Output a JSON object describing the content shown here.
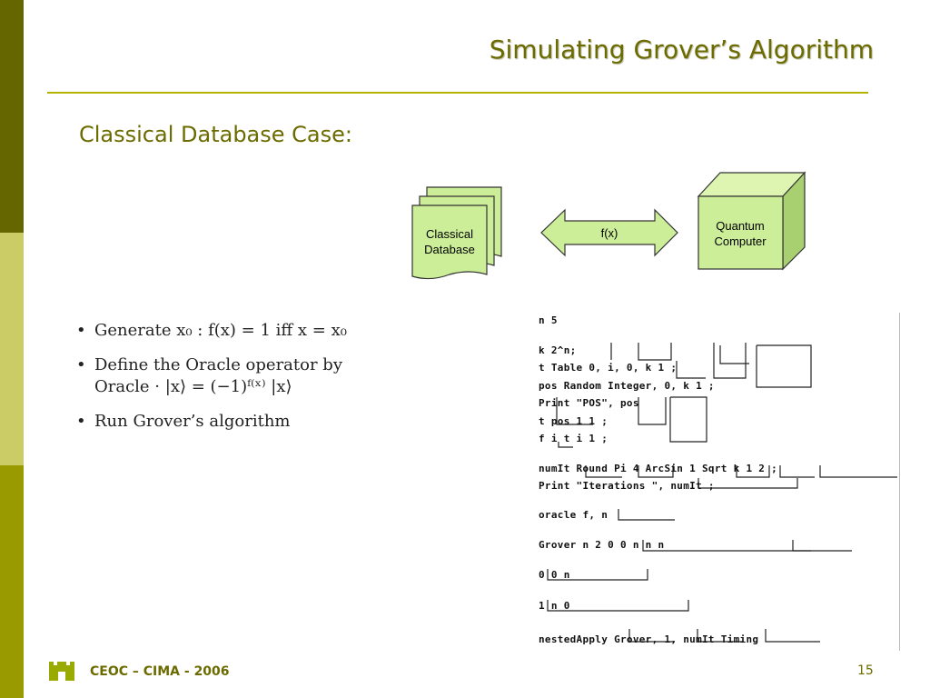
{
  "slide": {
    "title": "Simulating Grover’s Algorithm",
    "subtitle": "Classical Database Case:",
    "footer": "CEOC – CIMA - 2006",
    "page_number": "15"
  },
  "diagram": {
    "database_line1": "Classical",
    "database_line2": "Database",
    "arrow_label": "f(x)",
    "computer_line1": "Quantum",
    "computer_line2": "Computer"
  },
  "bullets": [
    {
      "text": "Generate x₀ : f(x) = 1 iff x = x₀"
    },
    {
      "line1": "Define the Oracle operator by",
      "line2": "Oracle · |x⟩ = (−1)ᶠ⁽ˣ⁾ |x⟩"
    },
    {
      "text": "Run Grover’s algorithm"
    }
  ],
  "code_lines": [
    "n 5",
    "k 2^n;",
    "t Table 0, i, 0, k 1 ;",
    "pos Random Integer, 0, k 1 ;",
    "Print \"POS\", pos",
    "t pos 1 1 ;",
    "f i t i 1 ;",
    "numIt Round Pi 4 ArcSin 1 Sqrt k 1 2 ;",
    "Print \"Iterations \", numIt ;",
    "oracle f, n",
    "Grover n 2 0 0 n n n",
    "0 0 n",
    "1 n 0",
    "nestedApply Grover, 1, numIt Timing"
  ],
  "colors": {
    "accent": "#6b6b00",
    "rule": "#b3b300",
    "shape_fill": "#ccee99",
    "sidebar_dark": "#666600",
    "sidebar_light": "#cccc66",
    "sidebar_mid": "#999900"
  }
}
